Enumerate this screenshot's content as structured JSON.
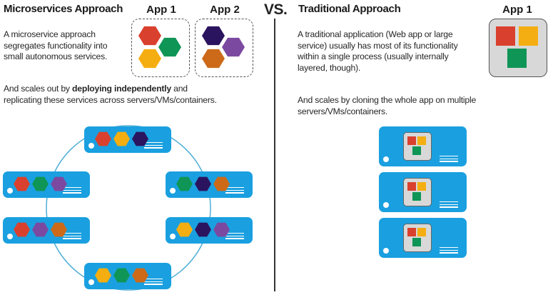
{
  "colors": {
    "red": "#d9412e",
    "green": "#0f9556",
    "yellow": "#f5ae12",
    "navy": "#2b145f",
    "purple": "#7b4aa0",
    "orange": "#cc6a19",
    "server_blue": "#1aa0e0",
    "ring": "#4eaed6"
  },
  "left": {
    "title": "Microservices Approach",
    "para1": "A microservice approach segregates functionality into small autonomous services.",
    "para2_prefix": "And scales out by ",
    "para2_bold": "deploying independently",
    "para2_suffix": " and replicating these services across servers/VMs/containers.",
    "apps": [
      {
        "label": "App 1",
        "services": [
          "red",
          "green",
          "yellow"
        ]
      },
      {
        "label": "App 2",
        "services": [
          "navy",
          "purple",
          "orange"
        ]
      }
    ],
    "servers": [
      {
        "name": "top",
        "services": [
          "red",
          "yellow",
          "navy"
        ]
      },
      {
        "name": "left-upper",
        "services": [
          "red",
          "green",
          "purple"
        ]
      },
      {
        "name": "right-upper",
        "services": [
          "green",
          "navy",
          "orange"
        ]
      },
      {
        "name": "left-lower",
        "services": [
          "red",
          "purple",
          "orange"
        ]
      },
      {
        "name": "right-lower",
        "services": [
          "yellow",
          "navy",
          "purple"
        ]
      },
      {
        "name": "bottom",
        "services": [
          "yellow",
          "green",
          "orange"
        ]
      }
    ]
  },
  "vs": "VS.",
  "right": {
    "title": "Traditional Approach",
    "para1": "A traditional application (Web app or large service) usually has most of its functionality within a single process (usually internally layered, though).",
    "para2": "And scales by cloning the whole app on multiple servers/VMs/containers.",
    "app": {
      "label": "App 1",
      "modules": [
        "red",
        "yellow",
        "green"
      ]
    },
    "server_count": 3
  }
}
